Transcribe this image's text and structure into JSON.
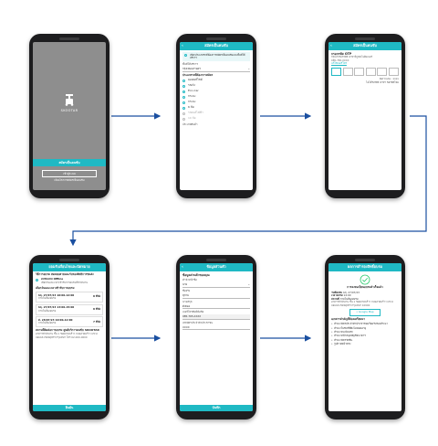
{
  "colors": {
    "accent": "#1fb9c4",
    "arrow": "#1a4fa0",
    "phone": "#1d1d1f"
  },
  "screen1": {
    "logo_text": "SKOOTAR",
    "register_button": "สมัครเป็นคนขับ",
    "login_button": "เข้าสู่ระบบ",
    "terms_link": "เงื่อนไขการสมัครเป็นคนขับ"
  },
  "screen2": {
    "title": "สมัครเป็นคนขับ",
    "notice": "เลือกประเภทรถที่ต้องการสมัครเป็นคนขับและพื้นที่ให้บริการ",
    "area_label": "พื้นที่ให้บริการ",
    "area_value": "กรุงเทพมหานคร",
    "type_label": "ประเภทรถที่ต้องการสมัคร",
    "options": [
      {
        "label": "มอเตอร์ไซค์",
        "state": "off"
      },
      {
        "label": "รถเก๋ง",
        "state": "off"
      },
      {
        "label": "Eco-Car",
        "state": "on"
      },
      {
        "label": "กระบะ",
        "state": "off"
      },
      {
        "label": "กระบะ",
        "state": "off"
      },
      {
        "label": "6 ล้อ",
        "state": "off"
      },
      {
        "label": "รถยนต์ไฟฟ้า",
        "state": "disabled"
      },
      {
        "label": "10 ล้อ",
        "state": "disabled"
      }
    ],
    "footer_label": "ประเภทสินค้า"
  },
  "screen3": {
    "title": "สมัครเป็นคนขับ",
    "heading": "กรอกรหัส OTP",
    "desc": "กรุณากรอกรหัส OTP ที่ถูกส่งไปยังเบอร์",
    "phone": "085-765-XXXX",
    "change_link": "แก้ไขเบอร์โทร",
    "ref_label": "Ref Code :",
    "ref_value": "xxxx",
    "resend": "ไม่ได้รับรหัส OTP? ขอรหัสใหม่"
  },
  "screen4": {
    "title": "ยอมรับเงื่อนไขและนัดหมาย",
    "section_title": "วิธีการอบรม ทดสอบสายและรับรองสิทธิการขนส่ง",
    "mode_label": "อบรมแบบ Offline",
    "mode_desc": "เลือกวันและเวลาเข้ารับการอบรมที่สำนักงาน",
    "choose_label": "เลือกวันและเวลาเข้ารับการอบรม",
    "slots": [
      {
        "time": "พฤ. 27/07/23 10:00-12:00",
        "place": "ภายในห้องอบรม",
        "seats": "8 ที่นั่ง"
      },
      {
        "time": "พฤ. 27/07/23 13:00-15:00",
        "place": "ภายในห้องอบรม",
        "seats": "8 ที่นั่ง"
      },
      {
        "time": "ศ. 28/07/23 10:00-12:00",
        "place": "ภายในห้องอบรม",
        "seats": "7 ที่นั่ง"
      }
    ],
    "location_title": "สถานที่ติดต่อการอบรม ศูนย์บริการคนขับ SKOOTAR",
    "location_desc": "อาคารสำนักงาน ชั้น 1 ซอยลาดพร้าว ถนนลาดพร้าว แขวงจอมพล เขตจตุจักร กรุงเทพฯ โทร 02-000-0000",
    "button": "ยืนยัน"
  },
  "screen5": {
    "title": "ข้อมูลส่วนตัว",
    "heading": "ข้อมูลส่วนตัวของคุณ",
    "prefix_label": "คำนำหน้าชื่อ",
    "prefix_value": "นาย",
    "name_label": "ชื่อจริง",
    "name_value": "สุภาพ",
    "lastname_label": "นามสกุล",
    "lastname_value": "ดีเสมอ",
    "phone_label": "เบอร์โทรศัพท์มือถือ",
    "phone_value": "085-765-XXXX",
    "id_label": "เลขบัตรประจำตัวประชาชน",
    "id_value": "XXXX",
    "button": "บันทึก"
  },
  "screen6": {
    "title": "ผลการสำรองสิทธิ์อบรม",
    "confirm_title": "การลงทะเบียนอบรมสำเร็จแล้ว",
    "date_label": "วันที่อบรม",
    "date_value": "พฤ. 27/07/23",
    "time_label": "เวลาอบรม",
    "time_value": "14:00",
    "place_label": "สถานที่",
    "place_value": "ภายในห้องอบรม",
    "place_desc": "อาคารสำนักงาน ชั้น 1 ซอยลาดพร้าว ถนนลาดพร้าว แขวงจอมพล เขตจตุจักร กรุงเทพฯ 10900",
    "map_button": "Google Map",
    "docs_title": "เอกสารสำคัญที่ต้องเตรียมมา",
    "docs": [
      "สำเนาบัตรประจำตัวประชาชนพร้อมรับรองสำเนา",
      "สำเนาใบขับขี่ที่ยังไม่หมดอายุ",
      "สำเนาทะเบียนรถ",
      "สำเนาหน้าสมุดบัญชีธนาคาร",
      "สำเนาบัตรวัคซีน",
      "รูปถ่ายหน้าตรง"
    ]
  }
}
